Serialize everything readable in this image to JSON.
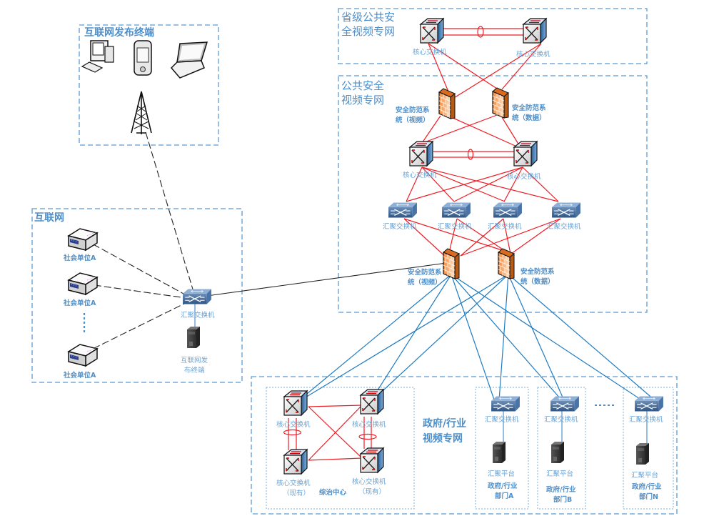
{
  "zones": {
    "provincial": {
      "title_line1": "省级公共安",
      "title_line2": "全视频专网"
    },
    "public_security": {
      "title_line1": "公共安全",
      "title_line2": "视频专网"
    },
    "internet_terminal": {
      "title": "互联网发布终端"
    },
    "internet": {
      "title": "互联网"
    },
    "government": {
      "title_line1": "政府/行业",
      "title_line2": "视频专网"
    }
  },
  "provincial": {
    "core_left": "核心交换机",
    "core_right": "核心交换机"
  },
  "public_security": {
    "fw_top_video_l1": "安全防范系",
    "fw_top_video_l2": "统（视频）",
    "fw_top_data_l1": "安全防范系",
    "fw_top_data_l2": "统（数据）",
    "core_left": "核心交换机",
    "core_right": "核心交换机",
    "agg": [
      "汇聚交换机",
      "汇聚交换机",
      "汇聚交换机",
      "汇聚交换机"
    ],
    "fw_bottom_video_l1": "安全防范系",
    "fw_bottom_video_l2": "统（视频）",
    "fw_bottom_data_l1": "安全防范系",
    "fw_bottom_data_l2": "统（数据）"
  },
  "internet_terminal": {
    "devices": [
      "desktop-computer",
      "pda",
      "laptop",
      "radio-tower"
    ]
  },
  "internet": {
    "units": [
      "社会单位A",
      "社会单位A",
      "社会单位A"
    ],
    "ellipsis": "⋮",
    "agg_switch": "汇聚交换机",
    "server_l1": "互联网发",
    "server_l2": "布终端"
  },
  "government": {
    "center": {
      "core_tl": "核心交换机",
      "core_tr": "核心交换机",
      "core_bl_l1": "核心交换机",
      "core_bl_l2": "（现有）",
      "core_br_l1": "核心交换机",
      "core_br_l2": "（现有）",
      "name": "综治中心"
    },
    "departments": [
      {
        "switch": "汇聚交换机",
        "platform": "汇聚平台",
        "name_l1": "政府/行业",
        "name_l2": "部门A"
      },
      {
        "switch": "汇聚交换机",
        "platform": "汇聚平台",
        "name_l1": "政府/行业",
        "name_l2": "部门B"
      },
      {
        "switch": "汇聚交换机",
        "platform": "汇聚平台",
        "name_l1": "政府/行业",
        "name_l2": "部门N"
      }
    ],
    "ellipsis": "······"
  },
  "colors": {
    "zone_border": "#5b9bd5",
    "trunk_red": "#ee1c24",
    "link_blue": "#1f7bc1",
    "label_blue": "#4f8fc9",
    "firewall_orange": "#f4a261"
  }
}
